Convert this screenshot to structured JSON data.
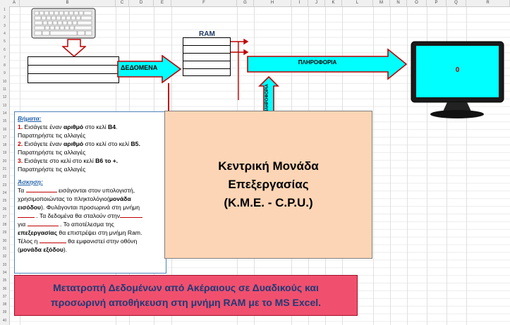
{
  "columns": [
    "A",
    "B",
    "C",
    "D",
    "E",
    "F",
    "G",
    "H",
    "I",
    "J",
    "K",
    "L",
    "M",
    "N",
    "O",
    "P",
    "Q",
    "R"
  ],
  "rows": [
    "1",
    "2",
    "3",
    "4",
    "5",
    "6",
    "7",
    "8",
    "9",
    "10",
    "11",
    "12",
    "13",
    "14",
    "15",
    "16",
    "17",
    "18",
    "19",
    "20",
    "21",
    "22",
    "23",
    "24",
    "25",
    "26",
    "27",
    "28",
    "29",
    "30",
    "31",
    "32",
    "33",
    "34",
    "35",
    "36",
    "37",
    "38",
    "39",
    "40"
  ],
  "ram": {
    "label": "RAM"
  },
  "arrows": {
    "data_label": "ΔΕΔΟΜΕΝΑ",
    "info_label": "ΠΛΗΡΟΦΟΡΙΑ",
    "cpu_info_label": "ΠΛΗΡΟΦΟΡΙΑ"
  },
  "monitor": {
    "value": "0"
  },
  "cpu": {
    "line1": "Κεντρική Μονάδα",
    "line2": "Επεξεργασίας",
    "line3": "(Κ.Μ.Ε. - C.P.U.)"
  },
  "steps": {
    "heading": "Βήματα:",
    "s1_num": "1.",
    "s1_a": " Εισάγετε έναν ",
    "s1_b": "αριθμό",
    "s1_c": " στο κελί ",
    "s1_d": "B4",
    "s1_e": ".",
    "s1_note": "Παρατηρήστε τις αλλαγές",
    "s2_num": "2.",
    "s2_a": " Εισάγετε έναν ",
    "s2_b": "αριθμό",
    "s2_c": " στο κελί στο κελί ",
    "s2_d": "B5.",
    "s2_note": "Παρατηρήστε τις αλλαγές",
    "s3_num": "3.",
    "s3_a": " Εισάγετε στο κελί στο κελί ",
    "s3_b": "B6 το +.",
    "s3_note": "Παρατηρήστε τις αλλαγές",
    "ex_heading": "Άσκηση:",
    "ex_1a": "Τα",
    "ex_1b": " εισάγονται στον υπολογιστή,",
    "ex_2a": "χρησιμοποιώντας το πληκτολόγιο(",
    "ex_2b": "μονάδα",
    "ex_3a": "εισόδου",
    "ex_3b": "). Φυλάγονται προσωρινά στη μνήμη",
    "ex_4a": " . Τα δεδομένα θα σταλούν στην",
    "ex_5a": "για",
    "ex_5b": " . Το αποτέλεσμα της",
    "ex_6a": "επεξεργασίας",
    "ex_6b": " θα επιστρέψει στη μνήμη Ram.",
    "ex_7a": "Τέλος η",
    "ex_7b": " θα εμφανιστεί στην οθόνη",
    "ex_8a": "(",
    "ex_8b": "μονάδα εξόδου",
    "ex_8c": ")."
  },
  "banner": {
    "line1": "Μετατροπή Δεδομένων από Ακέραιους σε Δυαδικούς και",
    "line2": "προσωρινή αποθήκευση στη μνήμη RAM με το MS Excel."
  },
  "colors": {
    "arrow_fill": "#00ffff",
    "arrow_stroke": "#c00000",
    "cpu_fill": "#fbd5b5",
    "banner_fill": "#f0506e",
    "banner_text": "#1e3a78",
    "screen": "#00ffff"
  }
}
